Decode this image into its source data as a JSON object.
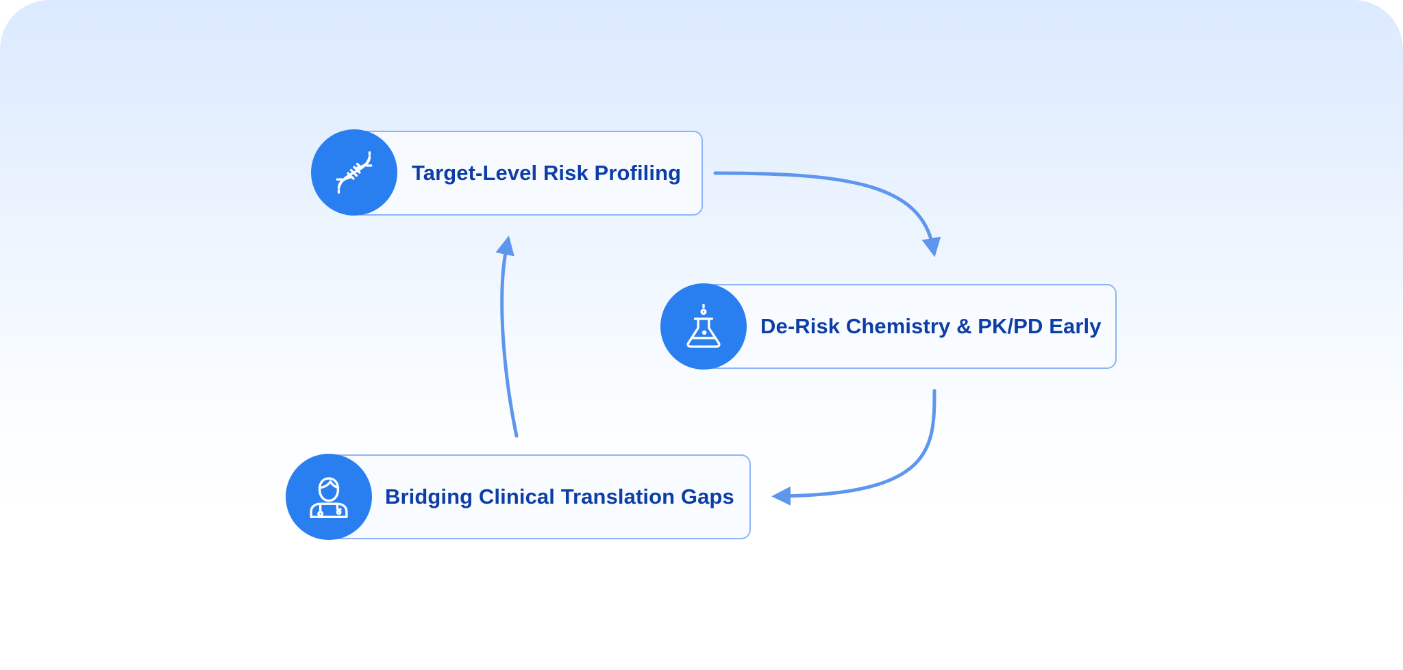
{
  "steps": [
    {
      "label": "Target-Level Risk Profiling",
      "icon": "dna-icon"
    },
    {
      "label": "De-Risk Chemistry & PK/PD Early",
      "icon": "flask-icon"
    },
    {
      "label": "Bridging Clinical Translation Gaps",
      "icon": "doctor-icon"
    }
  ],
  "colors": {
    "accent": "#2a7ff0",
    "label": "#0d3ea6",
    "border": "#8eb4f6",
    "arrow": "#5e96ee"
  }
}
